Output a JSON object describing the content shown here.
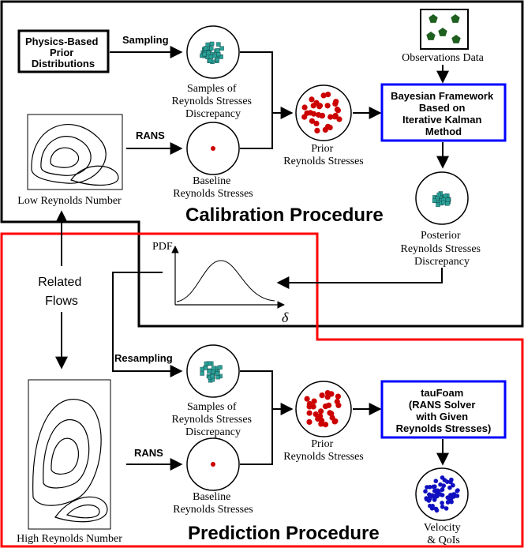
{
  "calibration": {
    "title": "Calibration Procedure",
    "prior_box": [
      "Physics-Based",
      "Prior",
      "Distributions"
    ],
    "sampling": "Sampling",
    "rans": "RANS",
    "samples_label": [
      "Samples of",
      "Reynolds Stresses",
      "Discrepancy"
    ],
    "baseline_label": [
      "Baseline",
      "Reynolds Stresses"
    ],
    "prior_label": [
      "Prior",
      "Reynolds Stresses"
    ],
    "observations_label": "Observations Data",
    "bayes_box": [
      "Bayesian Framework",
      "Based on",
      "Iterative Kalman",
      "Method"
    ],
    "posterior_label": [
      "Posterior",
      "Reynolds Stresses",
      "Discrepancy"
    ],
    "low_re": "Low Reynolds Number"
  },
  "related_flows": [
    "Related",
    "Flows"
  ],
  "pdf_plot": {
    "ylabel": "PDF",
    "xlabel": "δ"
  },
  "prediction": {
    "title": "Prediction Procedure",
    "resampling": "Resampling",
    "rans": "RANS",
    "samples_label": [
      "Samples of",
      "Reynolds Stresses",
      "Discrepancy"
    ],
    "baseline_label": [
      "Baseline",
      "Reynolds Stresses"
    ],
    "prior_label": [
      "Prior",
      "Reynolds Stresses"
    ],
    "taufoam_box": [
      "tauFoam",
      "(RANS Solver",
      "with Given",
      "Reynolds Stresses)"
    ],
    "velocity_label": [
      "Velocity",
      "& QoIs"
    ],
    "high_re": "High Reynolds Number"
  },
  "colors": {
    "calibration_border": "#000000",
    "prediction_border": "#ff0000",
    "bayes_border": "#0000ff",
    "taufoam_border": "#0000ff",
    "dots_red": "#cc0000",
    "samples_teal": "#2aa198",
    "observations_green": "#1f5f1f",
    "velocity_blue": "#1010c0"
  }
}
